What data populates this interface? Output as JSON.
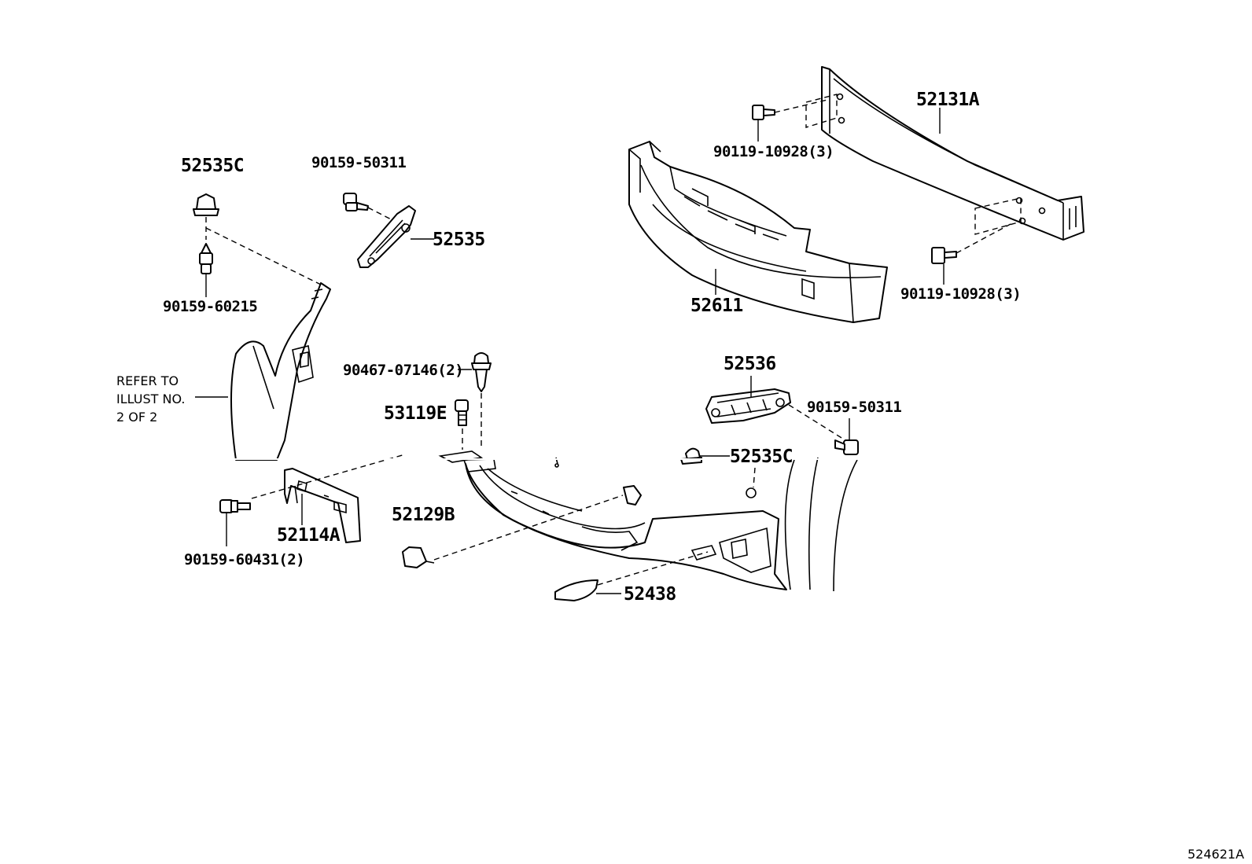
{
  "diagram": {
    "illustration_id": "524621A",
    "note": [
      "REFER TO",
      "ILLUST NO.",
      "2 OF 2"
    ],
    "callouts": [
      {
        "id": "c1",
        "text": "52131A"
      },
      {
        "id": "c2",
        "text": "90119-10928(3)"
      },
      {
        "id": "c3",
        "text": "90119-10928(3)"
      },
      {
        "id": "c4",
        "text": "52611"
      },
      {
        "id": "c5",
        "text": "52535C"
      },
      {
        "id": "c6",
        "text": "90159-50311"
      },
      {
        "id": "c7",
        "text": "52535"
      },
      {
        "id": "c8",
        "text": "90159-60215"
      },
      {
        "id": "c9",
        "text": "90467-07146(2)"
      },
      {
        "id": "c10",
        "text": "53119E"
      },
      {
        "id": "c11",
        "text": "52536"
      },
      {
        "id": "c12",
        "text": "90159-50311"
      },
      {
        "id": "c13",
        "text": "52535C"
      },
      {
        "id": "c14",
        "text": "52114A"
      },
      {
        "id": "c15",
        "text": "90159-60431(2)"
      },
      {
        "id": "c16",
        "text": "52129B"
      },
      {
        "id": "c17",
        "text": "52438"
      }
    ]
  }
}
